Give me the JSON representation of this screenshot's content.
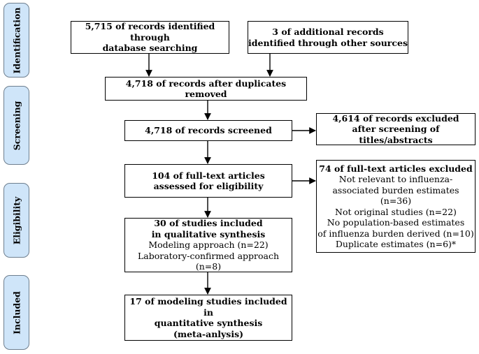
{
  "stages": {
    "identification": "Identification",
    "screening": "Screening",
    "eligibility": "Eligibility",
    "included": "Included"
  },
  "boxes": {
    "database_search": [
      "5,715 of records identified through",
      "database searching"
    ],
    "other_sources": [
      "3 of additional records",
      "identified through other sources"
    ],
    "after_duplicates": "4,718 of records after duplicates removed",
    "screened": "4,718 of records screened",
    "excluded_screening": [
      "4,614 of records excluded",
      "after screening of titles/abstracts"
    ],
    "fulltext_assessed": [
      "104 of full-text articles",
      "assessed for eligibility"
    ],
    "fulltext_excluded": {
      "title": "74 of full-text articles excluded",
      "reasons": [
        "Not relevant to influenza-",
        "associated burden estimates (n=36)",
        "Not original studies (n=22)",
        "No population-based estimates",
        "of influenza burden derived (n=10)",
        "Duplicate estimates (n=6)*"
      ]
    },
    "qualitative": {
      "title": [
        "30 of studies included",
        "in qualitative synthesis"
      ],
      "items": [
        "Modeling approach (n=22)",
        "Laboratory-confirmed approach (n=8)"
      ]
    },
    "quantitative": [
      "17 of modeling studies included in",
      "quantitative synthesis",
      "(meta-anlysis)"
    ]
  }
}
